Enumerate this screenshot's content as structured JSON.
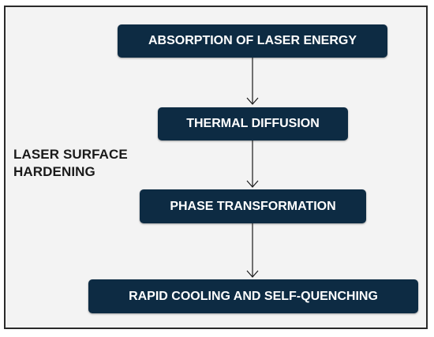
{
  "side_label": "LASER SURFACE HARDENING",
  "steps": [
    "ABSORPTION OF LASER ENERGY",
    "THERMAL DIFFUSION",
    "PHASE TRANSFORMATION",
    "RAPID COOLING AND SELF-QUENCHING"
  ],
  "colors": {
    "box_fill": "#0d2b43",
    "box_text": "#ffffff",
    "background": "#f3f3f3",
    "border": "#2a2a2a"
  }
}
